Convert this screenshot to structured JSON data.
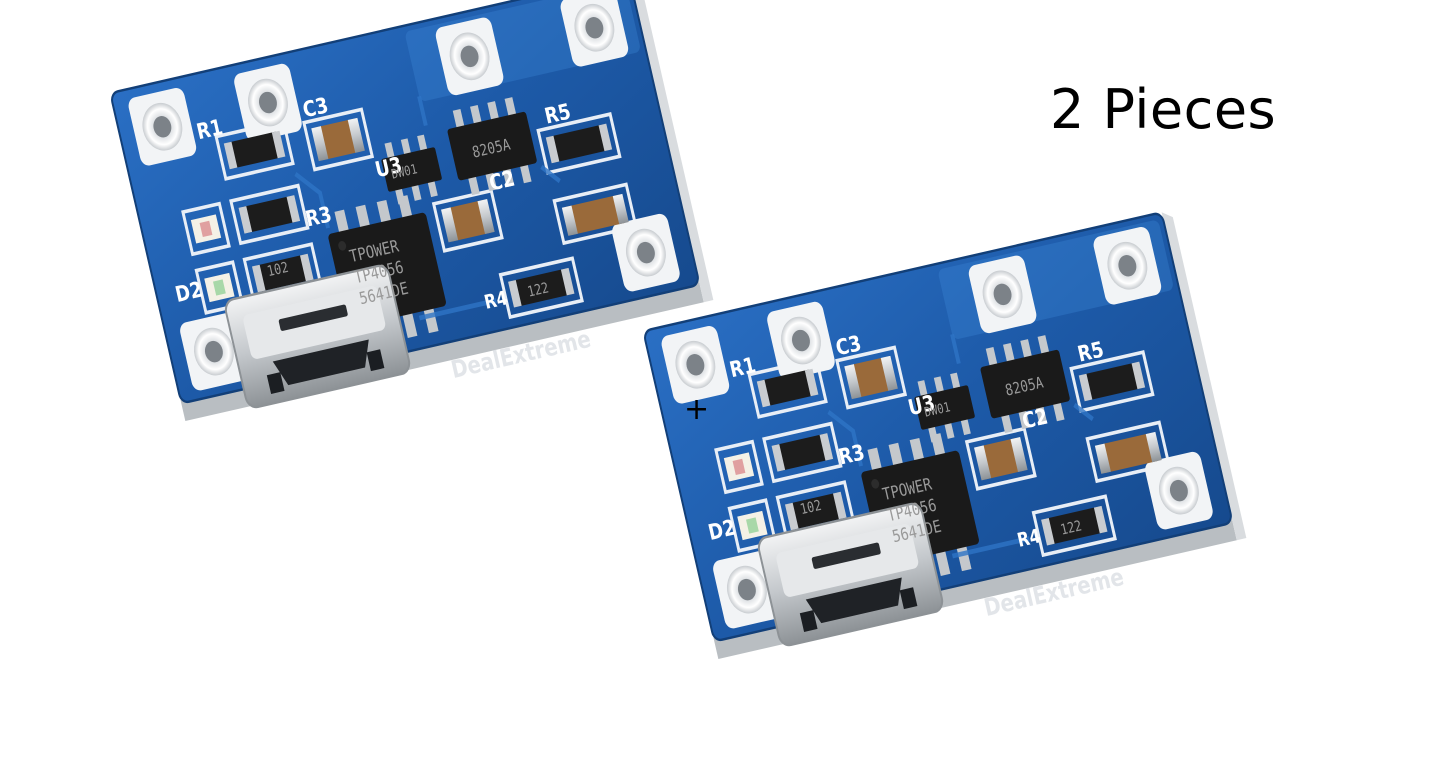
{
  "caption": "2 Pieces",
  "plus_sign": "+",
  "boards": [
    {
      "name": "board-1",
      "labels": {
        "r1": "R1",
        "c3": "C3",
        "u3": "U3",
        "r3": "R3",
        "r5": "R5",
        "c2": "C2",
        "d2": "D2",
        "r4": "R4"
      },
      "chip_main": [
        "TPOWER",
        "TP4056",
        "5641DE"
      ],
      "chip_small": "8205A",
      "chip_tiny": "DW01",
      "resistor_code": "102",
      "resistor_code_r4": "122",
      "watermark": "DealExtreme"
    },
    {
      "name": "board-2",
      "labels": {
        "r1": "R1",
        "c3": "C3",
        "u3": "U3",
        "r3": "R3",
        "r5": "R5",
        "c2": "C2",
        "d2": "D2",
        "r4": "R4"
      },
      "chip_main": [
        "TPOWER",
        "TP4056",
        "5641DE"
      ],
      "chip_small": "8205A",
      "chip_tiny": "DW01",
      "resistor_code": "102",
      "resistor_code_r4": "122",
      "watermark": "DealExtreme"
    }
  ],
  "colors": {
    "pcb_blue": "#1f5fb0",
    "pcb_edge": "#cfd3d6",
    "chip_black": "#1a1a1a",
    "metal": "#c9ccd0",
    "capacitor": "#9a6a3a"
  }
}
